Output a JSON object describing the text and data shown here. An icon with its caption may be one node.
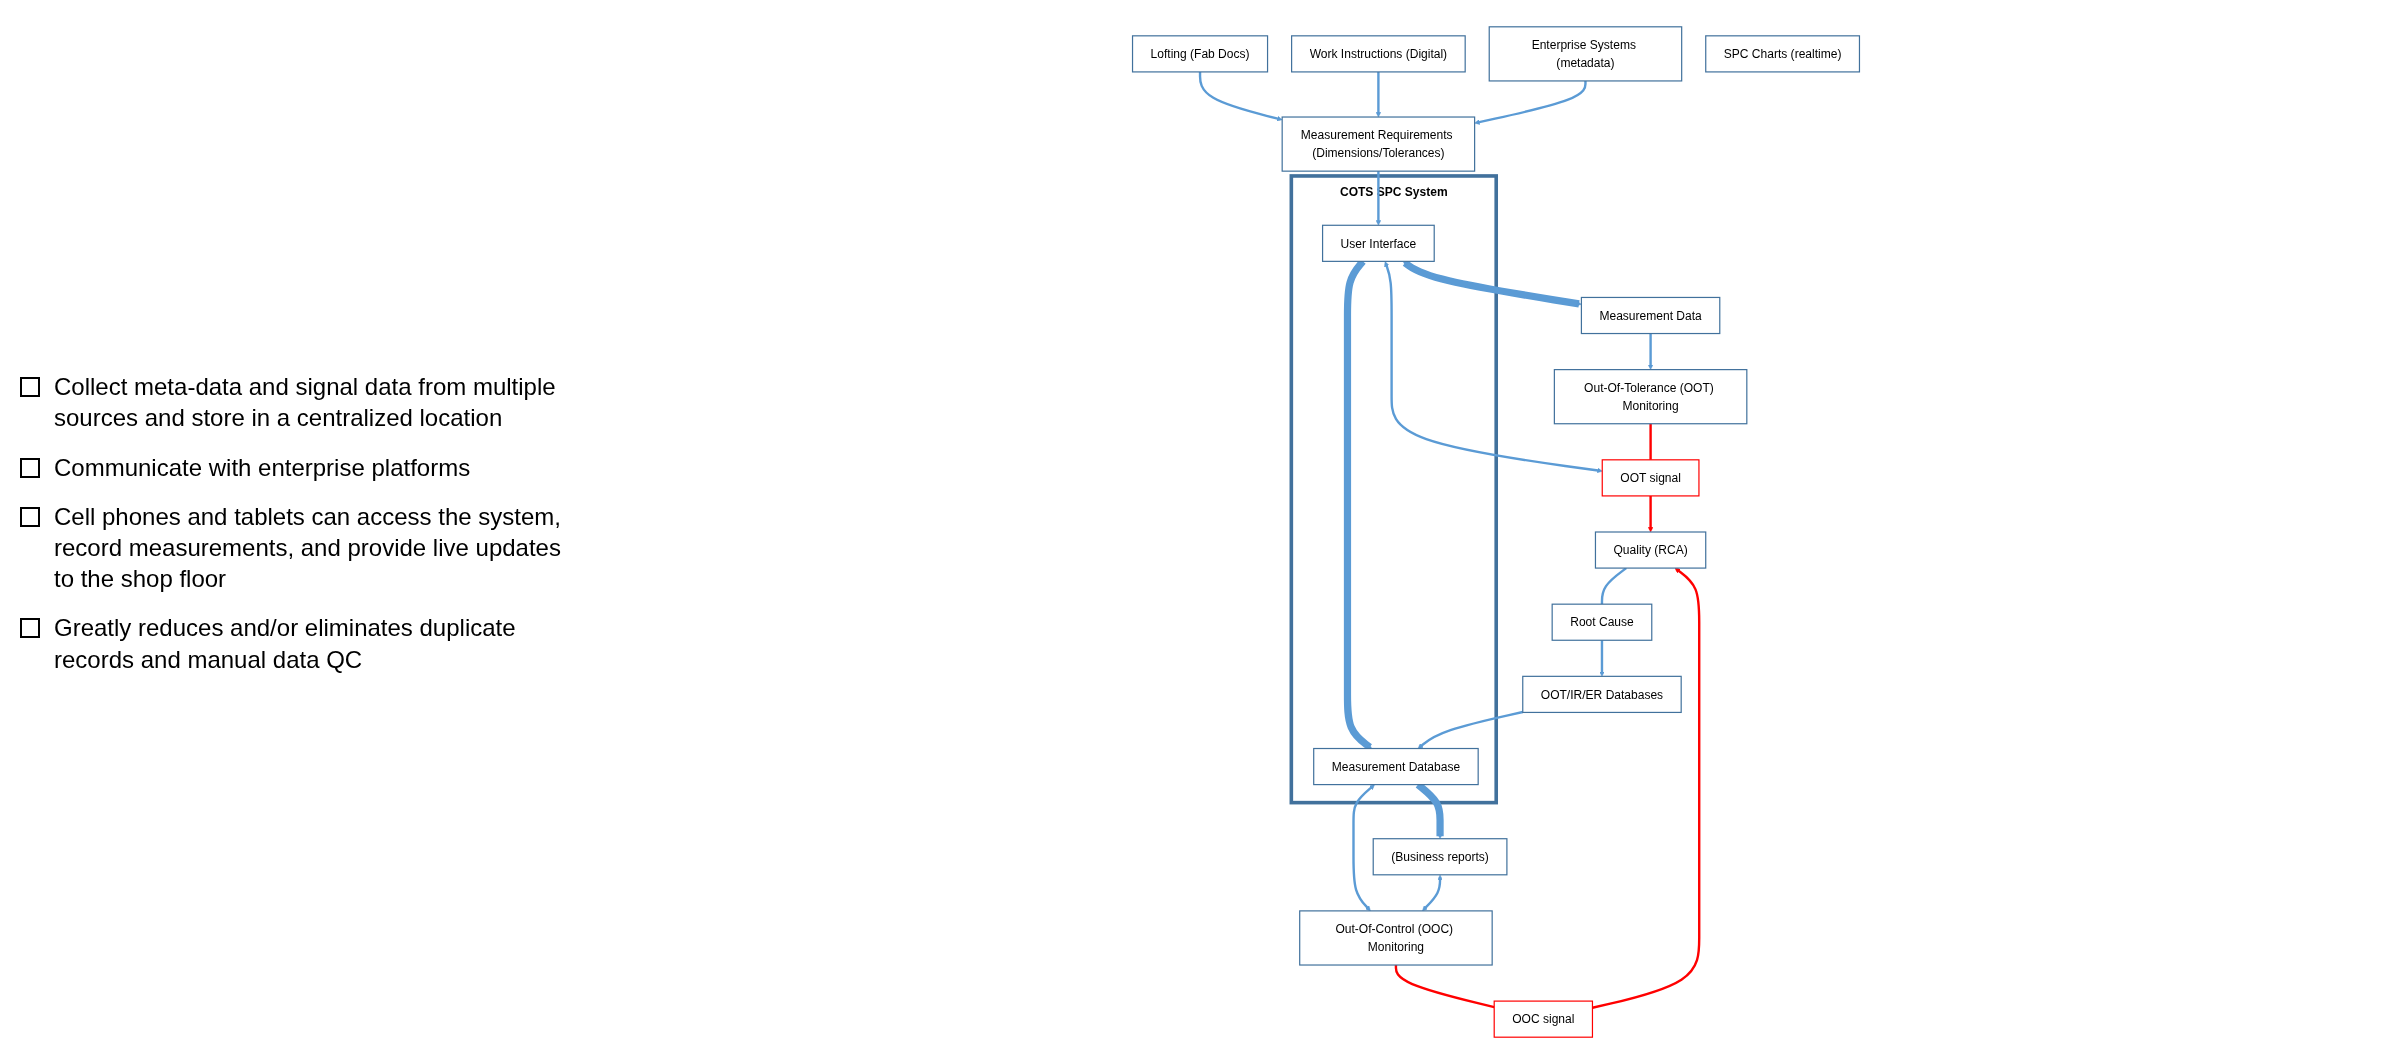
{
  "diagram": {
    "nodes": [
      {
        "text": [
          "Lofting (Fab Docs)"
        ]
      },
      {
        "text": [
          "Work Instructions (Digital)"
        ]
      },
      {
        "text": [
          "Enterprise Systems (metadata)"
        ]
      },
      {
        "text": [
          "Measurement Requirements (Dimensions/Tolerances)"
        ]
      },
      {
        "text": [
          "COTS SPC System"
        ]
      },
      {
        "text": [
          "User Interface"
        ],
        "in": 4
      },
      {
        "text": [
          "Measurement Database"
        ],
        "in": 4
      },
      {
        "text": [
          "SPC Charts (realtime)"
        ]
      },
      {
        "text": [
          "Measurement Data"
        ]
      },
      {
        "text": [
          "Out-Of-Tolerance (OOT) Monitoring"
        ]
      },
      {
        "text": [
          "OOT signal"
        ]
      },
      {
        "text": [
          "OOT/IR/ER Databases"
        ]
      },
      {
        "text": [
          "Root Cause"
        ]
      },
      {
        "text": [
          "Quality (RCA)"
        ]
      },
      {
        "text": [
          "(Business reports)"
        ]
      },
      {
        "text": [
          "Out-Of-Control (OOC) Monitoring"
        ]
      },
      {
        "text": [
          "OOC signal"
        ]
      }
    ],
    "edges": [
      {
        "from": 0,
        "to": 3,
        "arrow": "to"
      },
      {
        "from": 1,
        "to": 3,
        "arrow": "to"
      },
      {
        "from": 2,
        "to": 3,
        "arrow": "to"
      },
      {
        "from": 3,
        "to": 5,
        "arrow": "to"
      },
      {
        "from": 5,
        "to": 8,
        "arrow": "both",
        "style": "thick"
      },
      {
        "from": 8,
        "to": 9,
        "arrow": "to"
      },
      {
        "from": 9,
        "to": 10,
        "arrow": "none",
        "color": "#ff0000"
      },
      {
        "from": 10,
        "to": 13,
        "arrow": "to",
        "color": "#ff0000"
      },
      {
        "from": 5,
        "to": 10,
        "arrow": "both"
      },
      {
        "from": 5,
        "to": 6,
        "arrow": "to",
        "style": "thick"
      },
      {
        "from": 11,
        "to": 6,
        "arrow": "to"
      },
      {
        "from": 12,
        "to": 11,
        "arrow": "to"
      },
      {
        "from": 13,
        "to": 12,
        "arrow": "none"
      },
      {
        "from": 6,
        "to": 15,
        "arrow": "both"
      },
      {
        "from": 6,
        "to": 14,
        "arrow": "to",
        "style": "thick"
      },
      {
        "from": 14,
        "to": 15,
        "arrow": "both"
      },
      {
        "from": 15,
        "to": 16,
        "arrow": "none",
        "color": "#ff0000"
      },
      {
        "from": 16,
        "to": 13,
        "arrow": "to",
        "color": "#ff0000"
      }
    ],
    "labels": [
      "Collect meta-data and signal data from multiple sources and store in a centralized location",
      "Communicate with enterprise platforms",
      "Cell phones and tablets can access the system, record measurements, and provide live updates to the shop floor",
      "Greatly reduces and/or eliminates duplicate records and manual data QC"
    ]
  }
}
